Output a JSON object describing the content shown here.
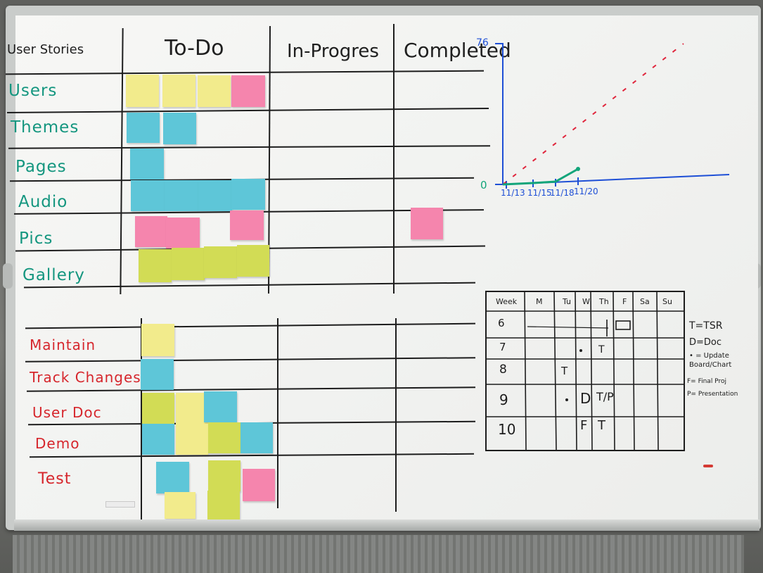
{
  "board": {
    "columns": {
      "stories": "User Stories",
      "todo": "To-Do",
      "inprogress": "In-Progres",
      "completed": "Completed"
    },
    "stories_top": [
      "Users",
      "Themes",
      "Pages",
      "Audio",
      "Pics",
      "Gallery"
    ],
    "stories_bottom": [
      "Maintain",
      "Track Changes",
      "User Doc",
      "Demo",
      "Test"
    ]
  },
  "burndown": {
    "y_max": "76",
    "y_min": "0",
    "x_ticks": [
      "11/13",
      "11/15",
      "11/18",
      "11/20"
    ]
  },
  "schedule": {
    "headers": [
      "Week",
      "M",
      "Tu",
      "W",
      "Th",
      "F",
      "Sa",
      "Su"
    ],
    "weeks": [
      "6",
      "7",
      "8",
      "9",
      "10"
    ],
    "cells": {
      "w7_th": "T",
      "w8_tu": "T",
      "w9_w": "D",
      "w9_th": "T/P",
      "w10_w": "F",
      "w10_th": "T"
    }
  },
  "legend": {
    "t": "T=TSR",
    "d": "D=Doc",
    "dot": "• = Update Board/Chart",
    "f": "F= Final Proj",
    "p": "P= Presentation"
  }
}
